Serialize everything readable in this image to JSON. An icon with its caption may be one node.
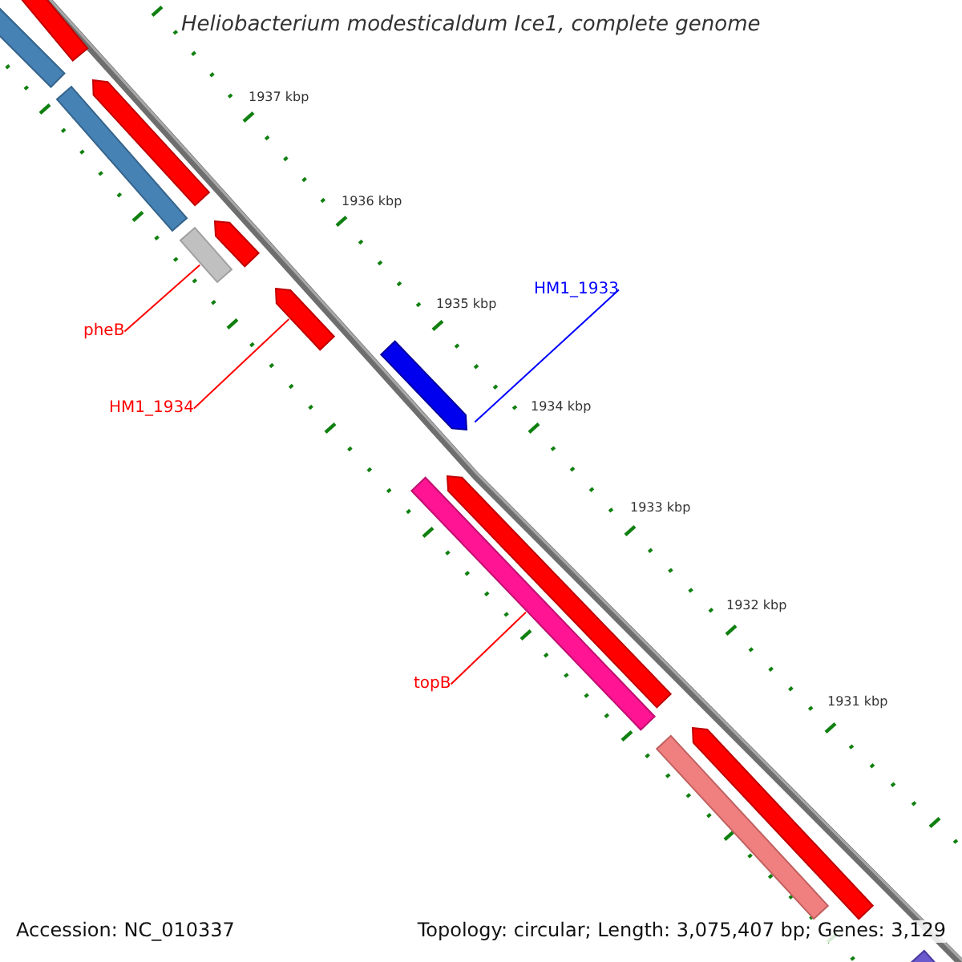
{
  "diagram": {
    "title": "Heliobacterium modesticaldum Ice1, complete genome",
    "nodes": [
      {
        "text": [
          "HM1_1933"
        ]
      },
      {
        "text": [],
        "shape": "bar"
      },
      {
        "text": [
          "pheB"
        ]
      },
      {
        "text": [],
        "shape": "bar"
      },
      {
        "text": [
          "HM1_1934"
        ]
      },
      {
        "text": [],
        "shape": "bar"
      },
      {
        "text": [
          "topB"
        ]
      },
      {
        "text": [],
        "shape": "bar"
      },
      {
        "text": [],
        "shape": "bar"
      },
      {
        "text": [],
        "shape": "bar"
      },
      {
        "text": [],
        "shape": "bar"
      },
      {
        "text": [],
        "shape": "bar"
      },
      {
        "text": [],
        "shape": "bar"
      },
      {
        "text": [],
        "shape": "bar"
      },
      {
        "text": [],
        "shape": "bar"
      },
      {
        "text": [],
        "shape": "bar"
      },
      {
        "text": [],
        "shape": "bar"
      }
    ],
    "edges": [
      {
        "from": 0,
        "to": 1,
        "arrow": "none",
        "color": "#0000ff"
      },
      {
        "from": 2,
        "to": 3,
        "arrow": "none"
      },
      {
        "from": 4,
        "to": 5,
        "arrow": "none"
      },
      {
        "from": 6,
        "to": 7,
        "arrow": "none"
      }
    ],
    "labels": [
      "1937 kbp",
      "1936 kbp",
      "1935 kbp",
      "1934 kbp",
      "1933 kbp",
      "1932 kbp",
      "1931 kbp",
      "Accession: NC_010337",
      "Topology: circular; Length: 3,075,407 bp; Genes: 3,129"
    ]
  }
}
